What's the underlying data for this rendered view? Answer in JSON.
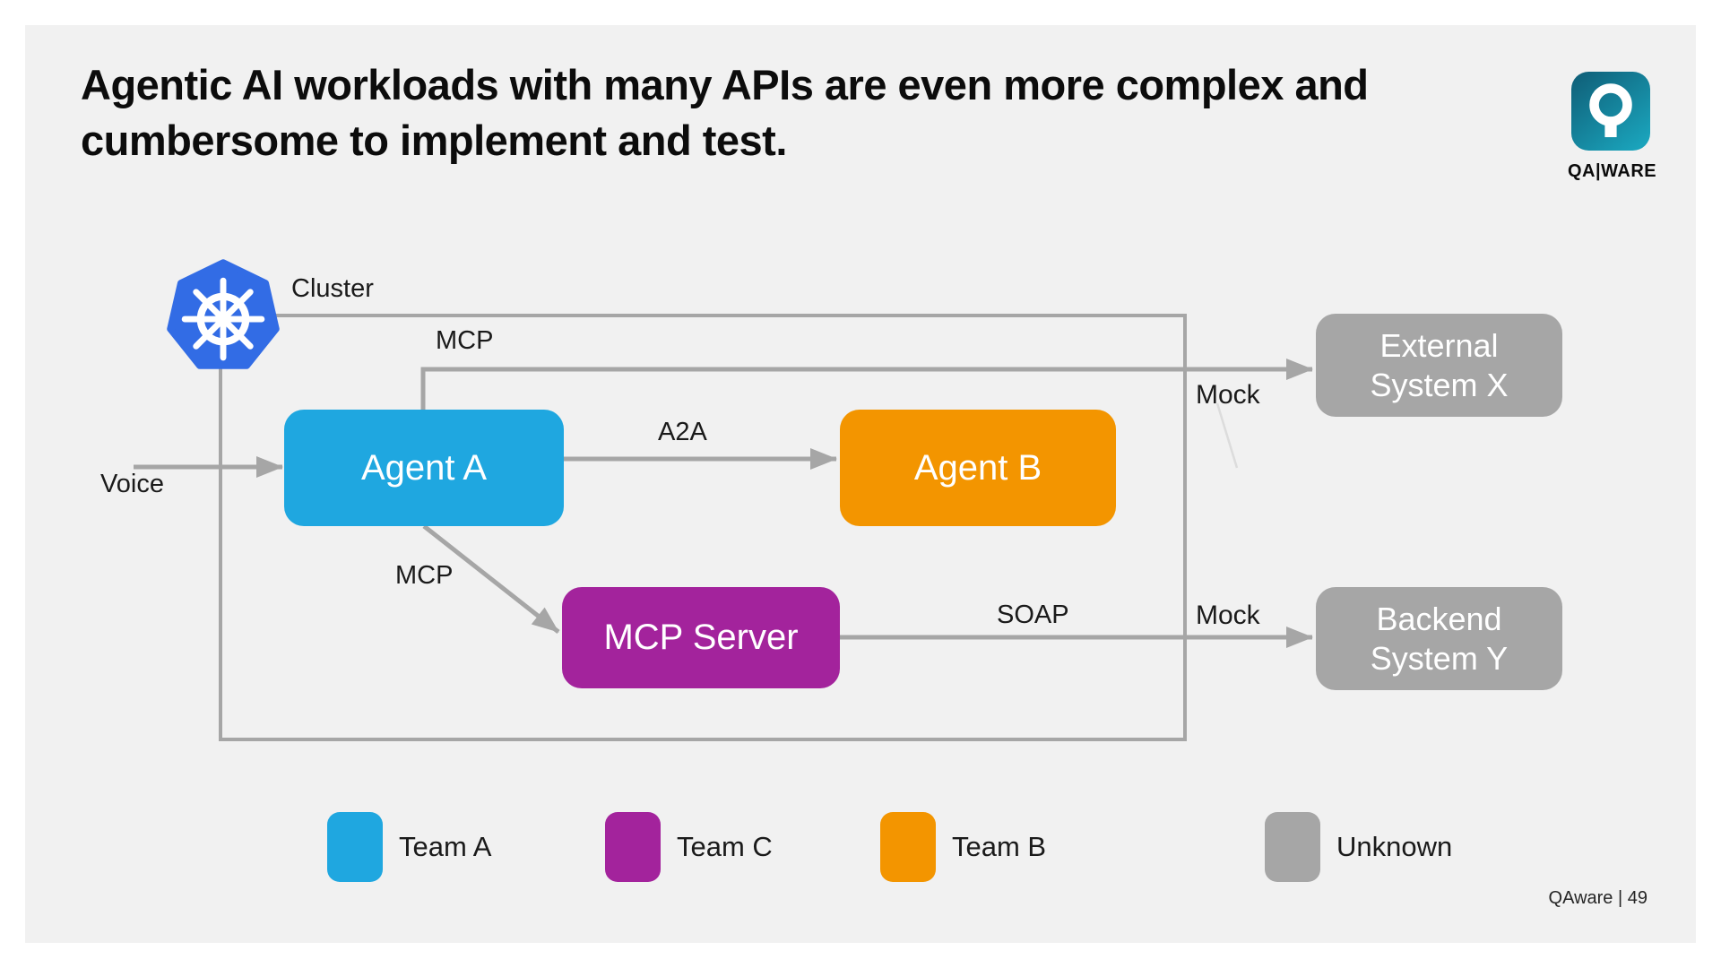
{
  "slide": {
    "title": "Agentic AI workloads with many APIs are even more complex and cumbersome to implement and test.",
    "footer": "QAware | 49",
    "background_color": "#f1f1f1"
  },
  "brand": {
    "logo_text": "QA|WARE",
    "logo_icon": "qaware-q-icon",
    "logo_gradient_top": "#0f5d76",
    "logo_gradient_bottom": "#1aa3bb"
  },
  "diagram": {
    "cluster_label": "Cluster",
    "kubernetes_icon": "kubernetes-helm-icon",
    "kubernetes_blue": "#326CE5",
    "connector_color": "#a6a6a6",
    "nodes": [
      {
        "id": "agent-a",
        "label": "Agent A",
        "color": "#1fa7e0"
      },
      {
        "id": "agent-b",
        "label": "Agent B",
        "color": "#f39500"
      },
      {
        "id": "mcp-server",
        "label": "MCP Server",
        "color": "#a3239c"
      },
      {
        "id": "external-system-x",
        "label": "External System X",
        "color": "#a6a6a6"
      },
      {
        "id": "backend-system-y",
        "label": "Backend System Y",
        "color": "#a6a6a6"
      }
    ],
    "labels": {
      "voice": "Voice",
      "mcp_top": "MCP",
      "a2a": "A2A",
      "mcp_down": "MCP",
      "soap": "SOAP",
      "mock_top": "Mock",
      "mock_bottom": "Mock"
    }
  },
  "legend": {
    "items": [
      {
        "label": "Team A",
        "color": "#1fa7e0"
      },
      {
        "label": "Team C",
        "color": "#a3239c"
      },
      {
        "label": "Team B",
        "color": "#f39500"
      },
      {
        "label": "Unknown",
        "color": "#a6a6a6"
      }
    ]
  }
}
